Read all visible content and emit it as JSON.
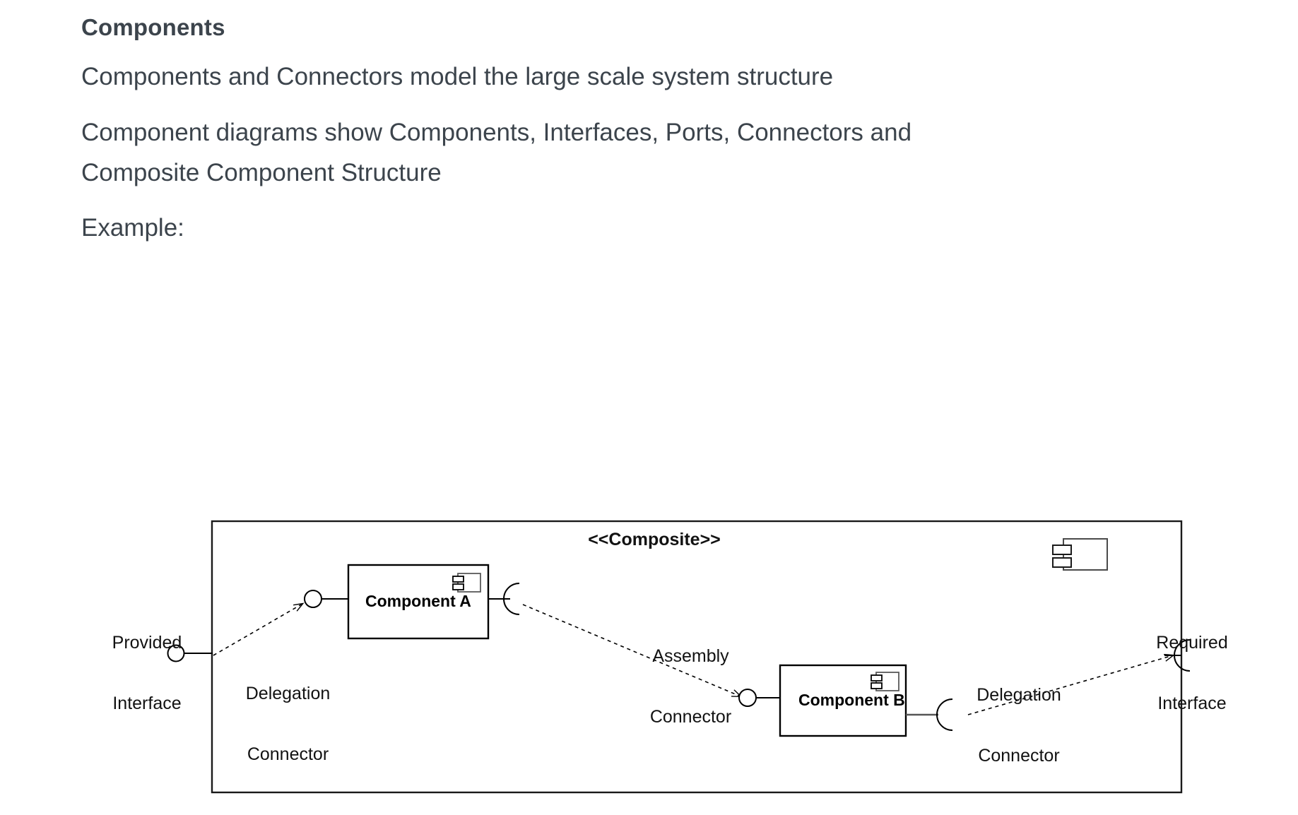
{
  "slide": {
    "heading": "Components",
    "paragraphs": [
      "Components and Connectors model the large scale system structure",
      "Component diagrams show Components, Interfaces, Ports, Connectors and Composite Component Structure",
      "Example:"
    ],
    "text_color": "#3c444c",
    "background_color": "#ffffff"
  },
  "diagram": {
    "type": "uml-component-diagram",
    "stroke_color": "#000000",
    "label_color": "#121212",
    "composite": {
      "stereotype": "<<Composite>>",
      "icon": "component-icon"
    },
    "components": [
      {
        "name": "Component A",
        "icon": "component-icon"
      },
      {
        "name": "Component B",
        "icon": "component-icon"
      }
    ],
    "annotations": [
      {
        "id": "provided-interface",
        "line1": "Provided",
        "line2": "Interface",
        "symbol": "lollipop"
      },
      {
        "id": "delegation-connector-left",
        "line1": "Delegation",
        "line2": "Connector",
        "symbol": "dashed-arrow"
      },
      {
        "id": "assembly-connector",
        "line1": "Assembly",
        "line2": "Connector",
        "symbol": "dashed-arrow"
      },
      {
        "id": "delegation-connector-right",
        "line1": "Delegation",
        "line2": "Connector",
        "symbol": "dashed-arrow"
      },
      {
        "id": "required-interface",
        "line1": "Required",
        "line2": "Interface",
        "symbol": "socket"
      }
    ]
  }
}
